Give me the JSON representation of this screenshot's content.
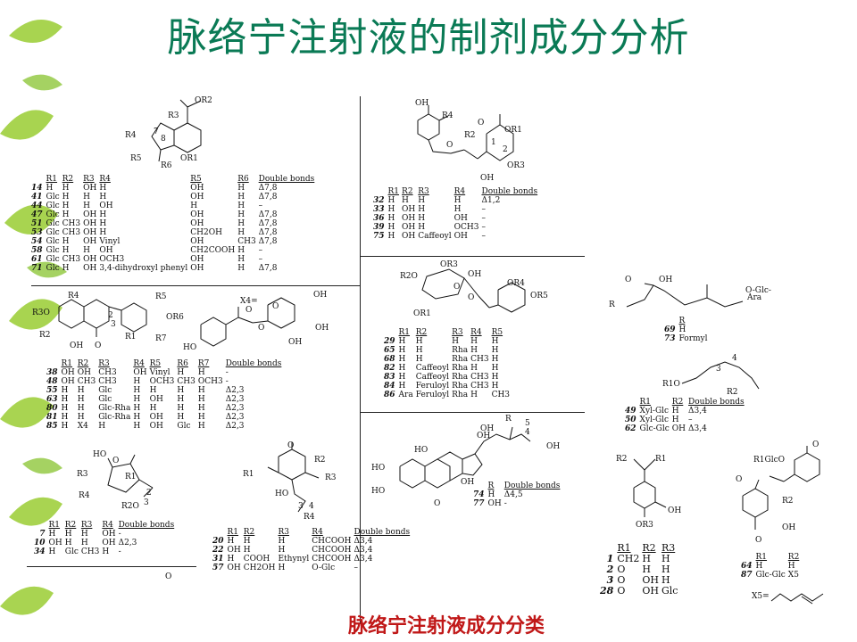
{
  "page": {
    "title": "脉络宁注射液的制剂成分分析",
    "caption": "脉络宁注射液成分分类"
  },
  "colors": {
    "title": "#0a7a55",
    "caption": "#c01818",
    "leaf": "#9acd32"
  },
  "blocks": {
    "iridoid": {
      "labels": [
        "OR2",
        "R3",
        "R4",
        "7",
        "8",
        "R5",
        "R6",
        "OR1"
      ],
      "headers": [
        "R1",
        "R2",
        "R3",
        "R4",
        "R5",
        "R6",
        "Double bonds"
      ],
      "rows": [
        [
          "14",
          "H",
          "H",
          "OH",
          "H",
          "OH",
          "H",
          "Δ7,8"
        ],
        [
          "41",
          "Glc",
          "H",
          "H",
          "H",
          "OH",
          "H",
          "Δ7,8"
        ],
        [
          "44",
          "Glc",
          "H",
          "H",
          "OH",
          "H",
          "H",
          "–"
        ],
        [
          "47",
          "Glc",
          "H",
          "OH",
          "H",
          "OH",
          "H",
          "Δ7,8"
        ],
        [
          "51",
          "Glc",
          "CH3",
          "OH",
          "H",
          "OH",
          "H",
          "Δ7,8"
        ],
        [
          "53",
          "Glc",
          "CH3",
          "OH",
          "H",
          "CH2OH",
          "H",
          "Δ7,8"
        ],
        [
          "54",
          "Glc",
          "H",
          "OH",
          "Vinyl",
          "OH",
          "CH3",
          "Δ7,8"
        ],
        [
          "58",
          "Glc",
          "H",
          "H",
          "OH",
          "CH2COOH",
          "H",
          "–"
        ],
        [
          "61",
          "Glc",
          "CH3",
          "OH",
          "OCH3",
          "OH",
          "H",
          "–"
        ],
        [
          "71",
          "Glc",
          "H",
          "OH",
          "3,4-dihydroxyl phenyl",
          "OH",
          "H",
          "Δ7,8"
        ]
      ]
    },
    "quinic": {
      "labels": [
        "OH",
        "R4",
        "O",
        "OR1",
        "R2",
        "1",
        "2",
        "O",
        "OR3",
        "OH"
      ],
      "headers": [
        "R1",
        "R2",
        "R3",
        "R4",
        "Double bonds"
      ],
      "rows": [
        [
          "32",
          "H",
          "H",
          "H",
          "H",
          "Δ1,2"
        ],
        [
          "33",
          "H",
          "OH",
          "H",
          "H",
          "–"
        ],
        [
          "36",
          "H",
          "OH",
          "H",
          "OH",
          "–"
        ],
        [
          "39",
          "H",
          "OH",
          "H",
          "OCH3",
          "–"
        ],
        [
          "75",
          "H",
          "OH",
          "Caffeoyl",
          "OH",
          "–"
        ]
      ]
    },
    "flavone": {
      "labels": [
        "R4",
        "R5",
        "R3O",
        "OR6",
        "R2",
        "R1",
        "R7",
        "OH",
        "O",
        "2",
        "3"
      ],
      "headers": [
        "R1",
        "R2",
        "R3",
        "R4",
        "R5",
        "R6",
        "R7",
        "Double bonds"
      ],
      "rows": [
        [
          "38",
          "OH",
          "OH",
          "CH3",
          "OH",
          "Vinyl",
          "H",
          "H",
          "-"
        ],
        [
          "48",
          "OH",
          "CH3",
          "CH3",
          "H",
          "OCH3",
          "CH3",
          "OCH3",
          "-"
        ],
        [
          "55",
          "H",
          "H",
          "Glc",
          "H",
          "H",
          "H",
          "H",
          "Δ2,3"
        ],
        [
          "63",
          "H",
          "H",
          "Glc",
          "H",
          "OH",
          "H",
          "H",
          "Δ2,3"
        ],
        [
          "80",
          "H",
          "H",
          "Glc-Rha",
          "H",
          "H",
          "H",
          "H",
          "Δ2,3"
        ],
        [
          "81",
          "H",
          "H",
          "Glc-Rha",
          "H",
          "OH",
          "H",
          "H",
          "Δ2,3"
        ],
        [
          "85",
          "H",
          "X4",
          "H",
          "H",
          "OH",
          "Glc",
          "H",
          "Δ2,3"
        ]
      ]
    },
    "x4": {
      "labels": [
        "X4=",
        "O",
        "O",
        "HO",
        "O",
        "OH",
        "OH",
        "OH"
      ]
    },
    "phenethyl": {
      "labels": [
        "OR3",
        "R2O",
        "OH",
        "O",
        "OR4",
        "OR5",
        "OR1",
        "O"
      ],
      "headers": [
        "R1",
        "R2",
        "R3",
        "R4",
        "R5"
      ],
      "rows": [
        [
          "29",
          "H",
          "H",
          "H",
          "H",
          "H"
        ],
        [
          "65",
          "H",
          "H",
          "Rha",
          "H",
          "H"
        ],
        [
          "68",
          "H",
          "H",
          "Rha",
          "CH3",
          "H"
        ],
        [
          "82",
          "H",
          "Caffeoyl",
          "Rha",
          "H",
          "H"
        ],
        [
          "83",
          "H",
          "Caffeoyl",
          "Rha",
          "CH3",
          "H"
        ],
        [
          "84",
          "H",
          "Feruloyl",
          "Rha",
          "CH3",
          "H"
        ],
        [
          "86",
          "Ara",
          "Feruloyl",
          "Rha",
          "H",
          "CH3"
        ]
      ]
    },
    "acid69": {
      "labels": [
        "O",
        "OH",
        "R",
        "O-Glc-",
        "Ara"
      ],
      "headers": [
        "R"
      ],
      "rows": [
        [
          "69",
          "H"
        ],
        [
          "73",
          "Formyl"
        ]
      ]
    },
    "cyclopentane": {
      "labels": [
        "HO",
        "O",
        "R3",
        "R1",
        "R4",
        "R2O",
        "2",
        "3"
      ],
      "headers": [
        "R1",
        "R2",
        "R3",
        "R4",
        "Double bonds"
      ],
      "rows": [
        [
          "7",
          "H",
          "H",
          "H",
          "OH",
          "-"
        ],
        [
          "10",
          "OH",
          "H",
          "H",
          "OH",
          "Δ2,3"
        ],
        [
          "34",
          "H",
          "Glc",
          "CH3",
          "H",
          "-"
        ]
      ],
      "footer": "O"
    },
    "ionone": {
      "labels": [
        "O",
        "R2",
        "R1",
        "R3",
        "HO",
        "3",
        "4",
        "R4"
      ],
      "headers": [
        "R1",
        "R2",
        "R3",
        "R4",
        "Double bonds"
      ],
      "rows": [
        [
          "20",
          "H",
          "H",
          "H",
          "CHCOOH",
          "Δ3,4"
        ],
        [
          "22",
          "OH",
          "H",
          "H",
          "CHCOOH",
          "Δ3,4"
        ],
        [
          "31",
          "H",
          "COOH",
          "Ethynyl",
          "CHCOOH",
          "Δ3,4"
        ],
        [
          "57",
          "OH",
          "CH2OH",
          "H",
          "O-Glc",
          "–"
        ]
      ]
    },
    "ecdysone": {
      "labels": [
        "R",
        "OH",
        "5",
        "4",
        "OH",
        "OH",
        "HO",
        "HO",
        "HO",
        "OH",
        "O"
      ],
      "headers": [
        "R",
        "Double bonds"
      ],
      "rows": [
        [
          "74",
          "H",
          "Δ4,5"
        ],
        [
          "77",
          "OH",
          "-"
        ]
      ]
    },
    "ether": {
      "labels": [
        "4",
        "3",
        "R1O",
        "R2"
      ],
      "headers": [
        "R1",
        "R2",
        "Double bonds"
      ],
      "rows": [
        [
          "49",
          "Xyl-Glc",
          "H",
          "Δ3,4"
        ],
        [
          "50",
          "Xyl-Glc",
          "H",
          "–"
        ],
        [
          "62",
          "Glc-Glc",
          "OH",
          "Δ3,4"
        ]
      ]
    },
    "phenol": {
      "labels": [
        "R2",
        "R1",
        "OH",
        "OR3"
      ],
      "headers": [
        "R1",
        "R2",
        "R3"
      ],
      "rows": [
        [
          "1",
          "CH2",
          "H",
          "H"
        ],
        [
          "2",
          "O",
          "H",
          "H"
        ],
        [
          "3",
          "O",
          "OH",
          "H"
        ],
        [
          "28",
          "O",
          "OH",
          "Glc"
        ]
      ]
    },
    "pyranone": {
      "labels": [
        "R1GlcO",
        "O",
        "O",
        "R2",
        "OH",
        "O"
      ],
      "headers": [
        "R1",
        "R2"
      ],
      "rows": [
        [
          "64",
          "H",
          "H"
        ],
        [
          "87",
          "Glc-Glc",
          "X5"
        ]
      ],
      "x5_label": "X5="
    }
  }
}
